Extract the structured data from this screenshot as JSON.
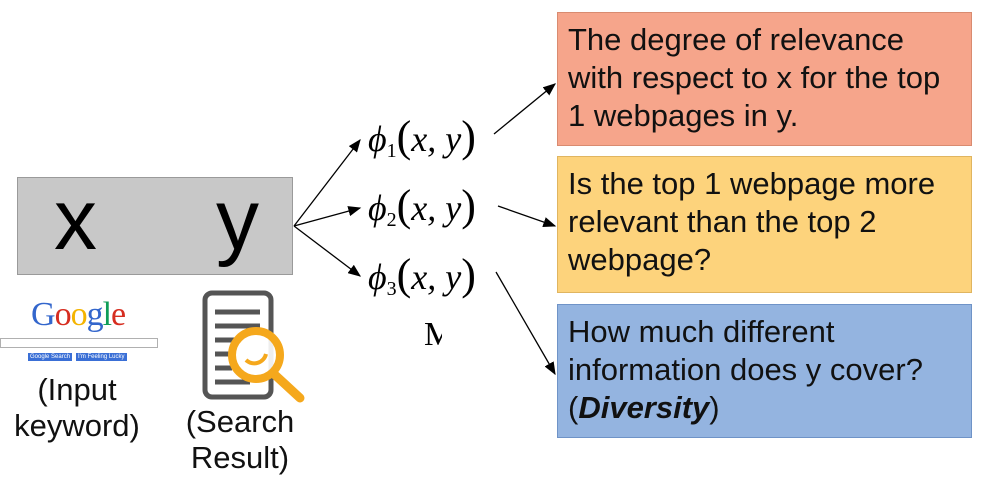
{
  "xy": {
    "x": "x",
    "y": "y"
  },
  "features": [
    {
      "phi": "ϕ",
      "sub": "1",
      "args": "x, y"
    },
    {
      "phi": "ϕ",
      "sub": "2",
      "args": "x, y"
    },
    {
      "phi": "ϕ",
      "sub": "3",
      "args": "x, y"
    }
  ],
  "ellipsis": "M",
  "boxes": {
    "box1": {
      "text": "The degree of relevance with respect to x for the top 1 webpages in y."
    },
    "box2": {
      "text": "Is the top 1 webpage more relevant than the top 2 webpage?"
    },
    "box3": {
      "text_main": "How much different information does y cover? (",
      "text_em": "Diversity",
      "text_end": ")"
    }
  },
  "google": {
    "logo": "Google",
    "button_search": "Google Search",
    "button_lucky": "I'm Feeling Lucky",
    "caption_line1": "(Input",
    "caption_line2": "keyword)"
  },
  "search_result": {
    "caption_line1": "(Search",
    "caption_line2": "Result)"
  },
  "colors": {
    "box1": "#f6a58b",
    "box2": "#fdd37c",
    "box3": "#94b4e0",
    "xy_box": "#c8c8c8",
    "magnifier": "#f5a81c"
  }
}
